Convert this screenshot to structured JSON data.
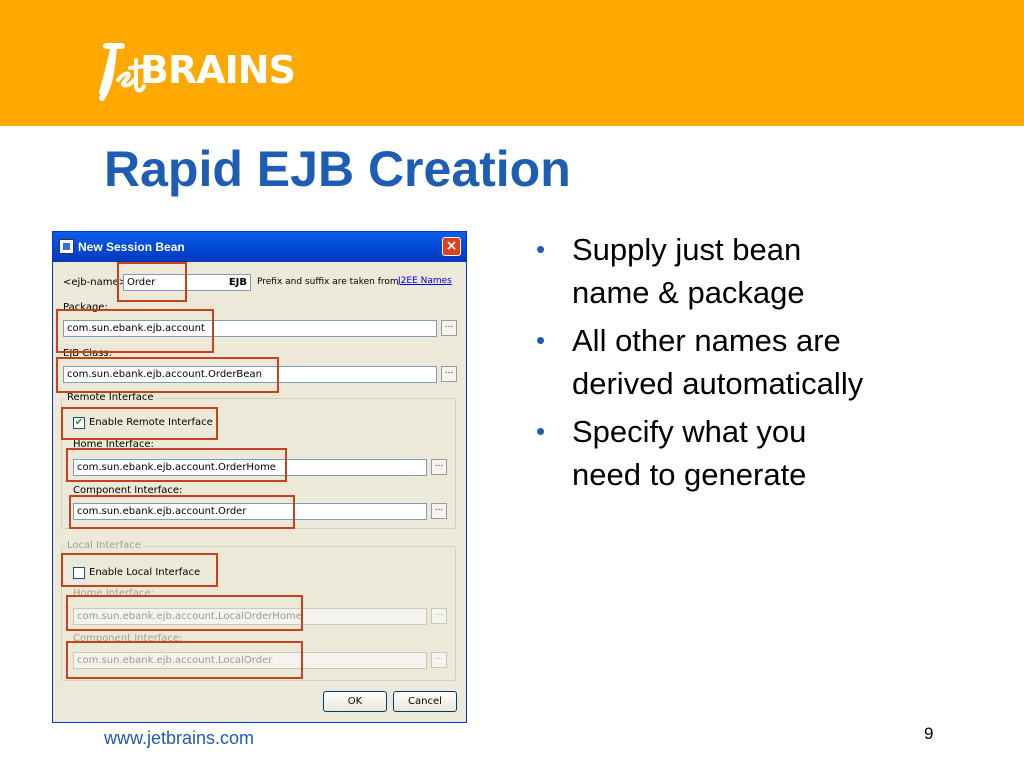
{
  "brand": {
    "logo_text": "BRAINS",
    "colors": {
      "header_band": "#ffa800",
      "title": "#1d5db4",
      "highlight": "#c8401c"
    }
  },
  "slide": {
    "title": "Rapid EJB Creation",
    "bullets": [
      "Supply just bean\nname & package",
      "All other names are\nderived automatically",
      "Specify what you\nneed to generate"
    ],
    "footer_url": "www.jetbrains.com",
    "page_number": "9"
  },
  "dialog": {
    "title": "New Session Bean",
    "close_glyph": "×",
    "ejb_name_label": "<ejb-name>:",
    "ejb_name_value": "Order",
    "ejb_suffix": "EJB",
    "prefix_note": "Prefix and suffix are taken from",
    "prefix_link": "J2EE Names",
    "package_label": "Package:",
    "package_value": "com.sun.ebank.ejb.account",
    "ejb_class_label": "EJB Class:",
    "ejb_class_value": "com.sun.ebank.ejb.account.OrderBean",
    "browse_glyph": "...",
    "remote": {
      "group_label": "Remote Interface",
      "enable_label": "Enable Remote Interface",
      "checked": true,
      "checkmark": "✔",
      "home_label": "Home Interface:",
      "home_value": "com.sun.ebank.ejb.account.OrderHome",
      "component_label": "Component Interface:",
      "component_value": "com.sun.ebank.ejb.account.Order"
    },
    "local": {
      "group_label": "Local Interface",
      "enable_label": "Enable Local Interface",
      "checked": false,
      "home_label": "Home Interface:",
      "home_value": "com.sun.ebank.ejb.account.LocalOrderHome",
      "component_label": "Component Interface:",
      "component_value": "com.sun.ebank.ejb.account.LocalOrder"
    },
    "ok_label": "OK",
    "cancel_label": "Cancel"
  }
}
